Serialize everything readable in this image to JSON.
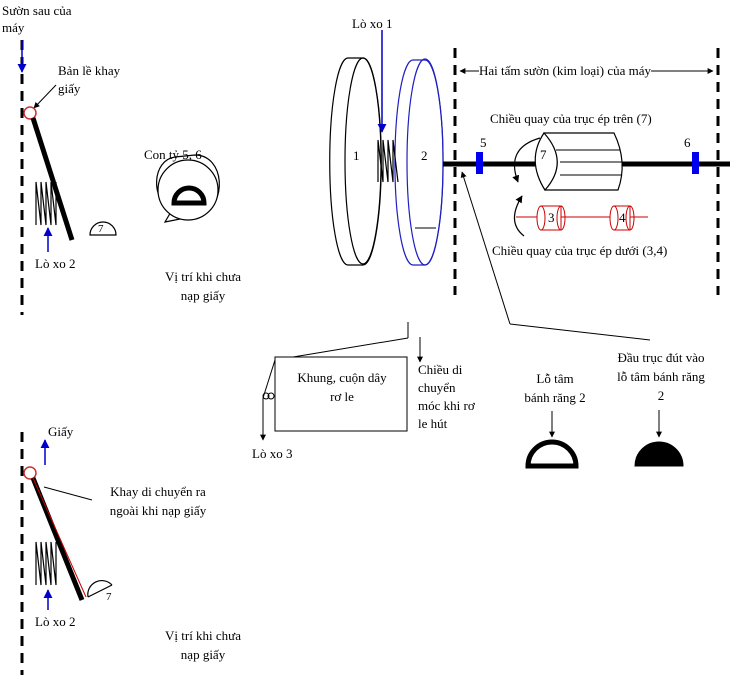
{
  "labels": {
    "back_frame": "Sườn sau của\nmáy",
    "tray_hinge": "Bản lề khay\ngiấy",
    "spring2_top": "Lò xo 2",
    "cam_7_top": "7",
    "tooth_label": "Con tỷ 5, 6",
    "pos_before_top": "Vị trí khi chưa\nnạp giấy",
    "spring1": "Lò xo 1",
    "disk1": "1",
    "disk2": "2",
    "frame_plates": "Hai tấm sườn (kim loại) của máy",
    "upper_rotation": "Chiều quay của trục ép trên (7)",
    "mark5": "5",
    "mark6": "6",
    "roller7": "7",
    "lower_rotation": "Chiều quay của trục ép dưới (3,4)",
    "roller3": "3",
    "roller4": "4",
    "relay_box": "Khung, cuộn dây\nrơ le",
    "hook_direction": "Chiều di\nchuyển\nmóc khi rơ\nle hút",
    "spring3": "Lò xo 3",
    "gear_hole": "Lỗ tâm\nbánh răng 2",
    "shaft_end": "Đầu trục đút vào\nlỗ tâm bánh răng\n2",
    "paper": "Giấy",
    "tray_out": "Khay di chuyển ra\nngoài khi nạp giấy",
    "spring2_bottom": "Lò xo 2",
    "cam_7_bottom": "7",
    "pos_before_bottom": "Vị trí khi chưa\nnạp giấy"
  },
  "colors": {
    "ink": "#000000",
    "arrow_blue": "#0000cc",
    "disk_blue": "#2020c0",
    "roller_red": "#cc0000",
    "marker_blue": "#0000ee",
    "hinge_red": "#cc3333"
  }
}
